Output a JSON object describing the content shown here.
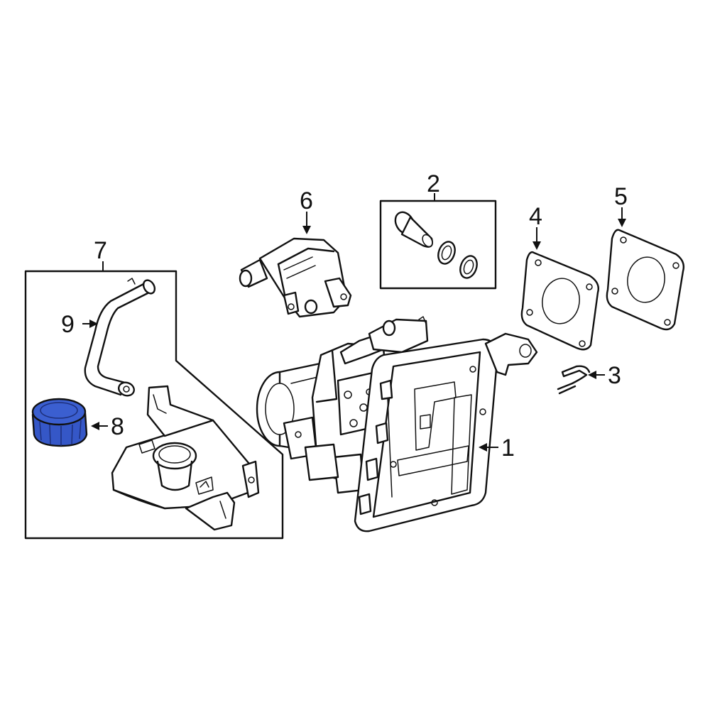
{
  "callouts": {
    "c1": "1",
    "c2": "2",
    "c3": "3",
    "c4": "4",
    "c5": "5",
    "c6": "6",
    "c7": "7",
    "c8": "8",
    "c9": "9"
  },
  "colors": {
    "highlight_part": "#3557c7",
    "line": "#111111",
    "background": "#ffffff"
  },
  "highlighted_callout": "8"
}
